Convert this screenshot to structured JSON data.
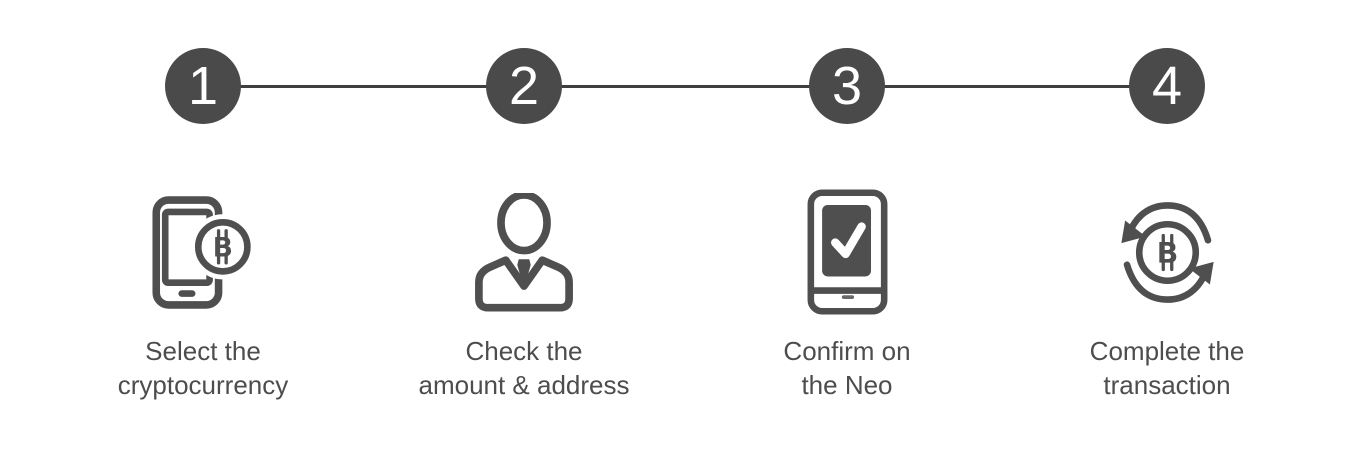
{
  "diagram": {
    "name": "crypto-transaction-steps",
    "colors": {
      "step_circle": "#4a4a4a",
      "connector": "#3f3f3f",
      "icon_stroke": "#4f4f4f",
      "label_text": "#4d4d4d",
      "step_number": "#ffffff",
      "background": "#ffffff"
    },
    "bitcoin_letter": "B",
    "steps": [
      {
        "number": "1",
        "icon": "phone-bitcoin-icon",
        "label_line1": "Select the",
        "label_line2": "cryptocurrency"
      },
      {
        "number": "2",
        "icon": "person-icon",
        "label_line1": "Check the",
        "label_line2": "amount & address"
      },
      {
        "number": "3",
        "icon": "device-check-icon",
        "label_line1": "Confirm on",
        "label_line2": "the Neo"
      },
      {
        "number": "4",
        "icon": "bitcoin-cycle-icon",
        "label_line1": "Complete the",
        "label_line2": "transaction"
      }
    ]
  }
}
